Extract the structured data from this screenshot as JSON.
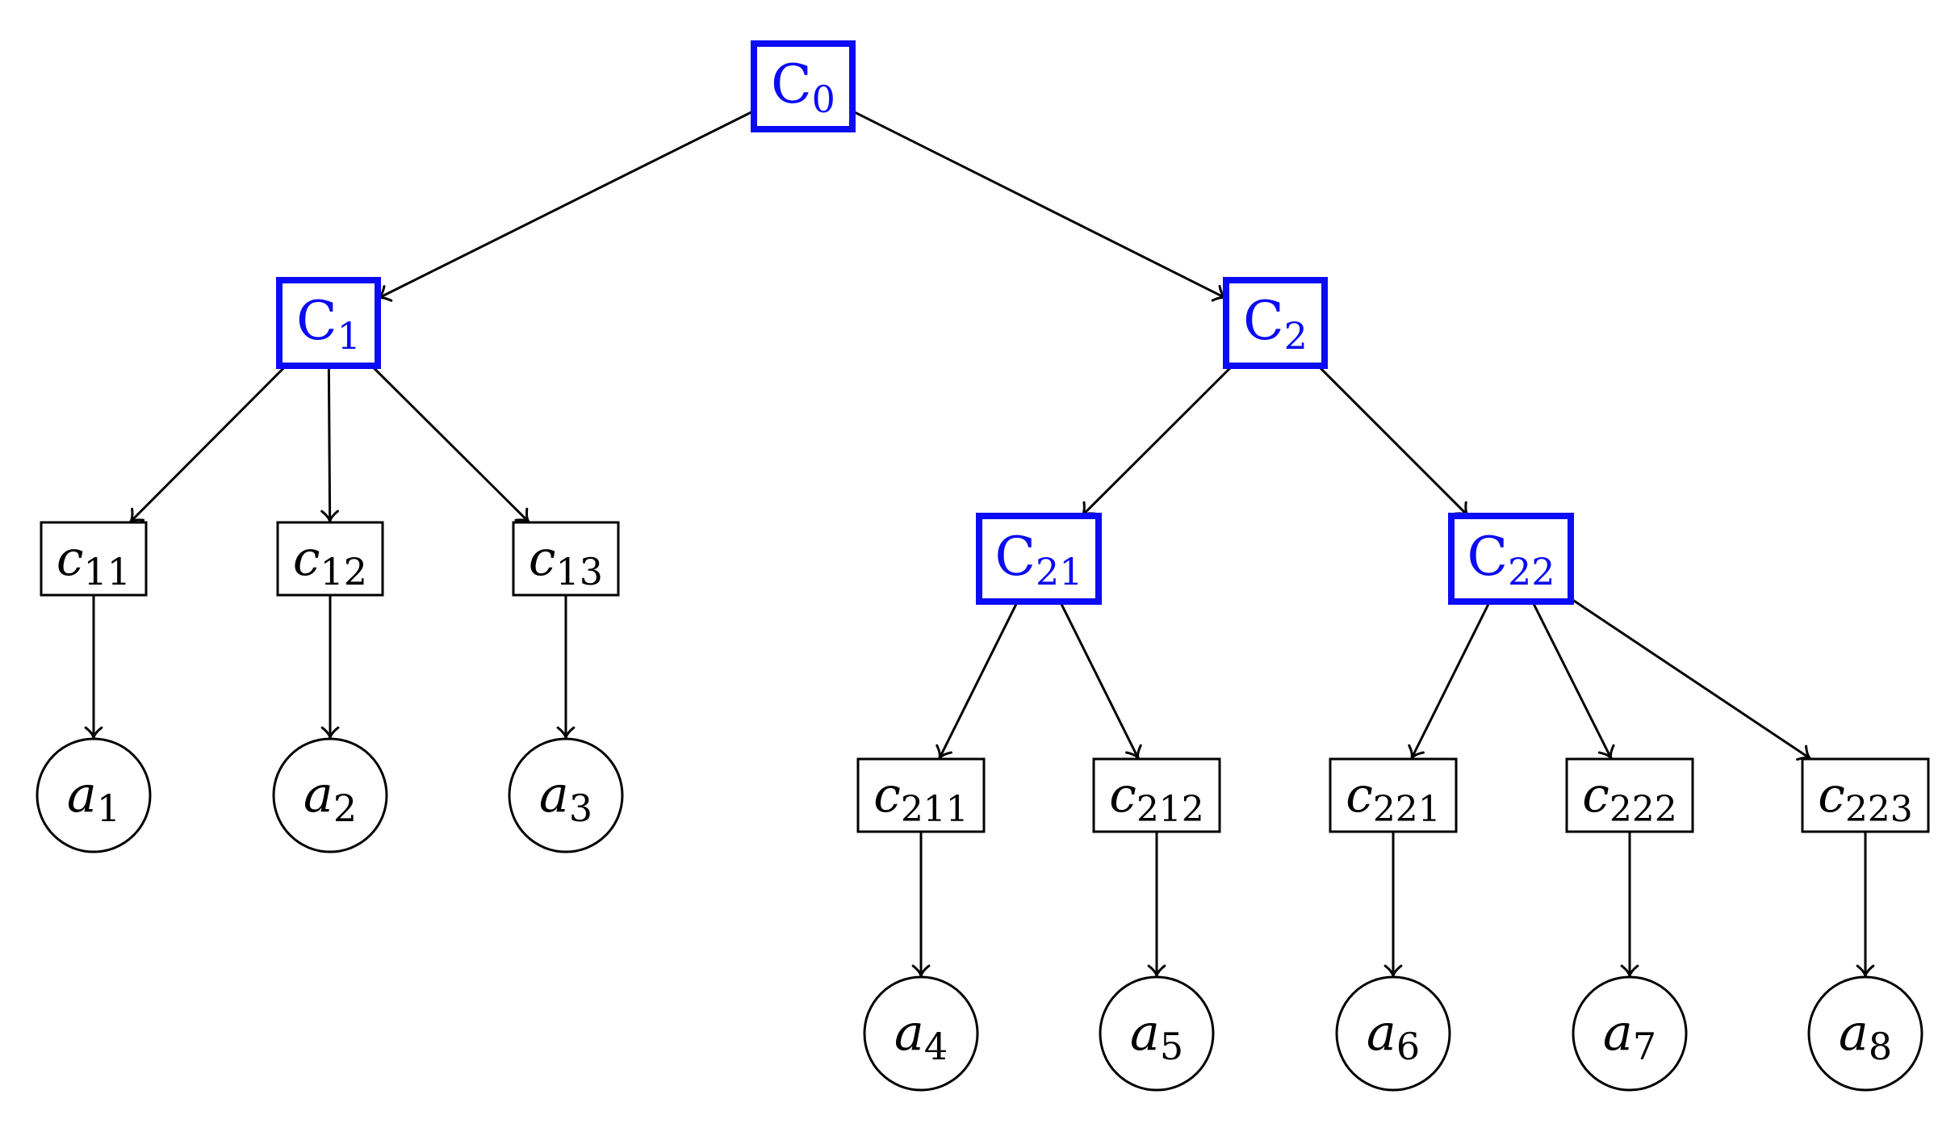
{
  "colors": {
    "highlight": "#0b0bf5",
    "default": "#000000"
  },
  "nodes": [
    {
      "id": "C0",
      "main": "C",
      "sub": "0",
      "shape": "box",
      "highlight": true
    },
    {
      "id": "C1",
      "main": "C",
      "sub": "1",
      "shape": "box",
      "highlight": true
    },
    {
      "id": "C2",
      "main": "C",
      "sub": "2",
      "shape": "box",
      "highlight": true
    },
    {
      "id": "c11",
      "main": "c",
      "sub": "11",
      "shape": "box",
      "highlight": false
    },
    {
      "id": "c12",
      "main": "c",
      "sub": "12",
      "shape": "box",
      "highlight": false
    },
    {
      "id": "c13",
      "main": "c",
      "sub": "13",
      "shape": "box",
      "highlight": false
    },
    {
      "id": "C21",
      "main": "C",
      "sub": "21",
      "shape": "box",
      "highlight": true
    },
    {
      "id": "C22",
      "main": "C",
      "sub": "22",
      "shape": "box",
      "highlight": true
    },
    {
      "id": "a1",
      "main": "a",
      "sub": "1",
      "shape": "circle",
      "highlight": false
    },
    {
      "id": "a2",
      "main": "a",
      "sub": "2",
      "shape": "circle",
      "highlight": false
    },
    {
      "id": "a3",
      "main": "a",
      "sub": "3",
      "shape": "circle",
      "highlight": false
    },
    {
      "id": "c211",
      "main": "c",
      "sub": "211",
      "shape": "box",
      "highlight": false
    },
    {
      "id": "c212",
      "main": "c",
      "sub": "212",
      "shape": "box",
      "highlight": false
    },
    {
      "id": "c221",
      "main": "c",
      "sub": "221",
      "shape": "box",
      "highlight": false
    },
    {
      "id": "c222",
      "main": "c",
      "sub": "222",
      "shape": "box",
      "highlight": false
    },
    {
      "id": "c223",
      "main": "c",
      "sub": "223",
      "shape": "box",
      "highlight": false
    },
    {
      "id": "a4",
      "main": "a",
      "sub": "4",
      "shape": "circle",
      "highlight": false
    },
    {
      "id": "a5",
      "main": "a",
      "sub": "5",
      "shape": "circle",
      "highlight": false
    },
    {
      "id": "a6",
      "main": "a",
      "sub": "6",
      "shape": "circle",
      "highlight": false
    },
    {
      "id": "a7",
      "main": "a",
      "sub": "7",
      "shape": "circle",
      "highlight": false
    },
    {
      "id": "a8",
      "main": "a",
      "sub": "8",
      "shape": "circle",
      "highlight": false
    }
  ],
  "edges": [
    [
      "C0",
      "C1"
    ],
    [
      "C0",
      "C2"
    ],
    [
      "C1",
      "c11"
    ],
    [
      "C1",
      "c12"
    ],
    [
      "C1",
      "c13"
    ],
    [
      "c11",
      "a1"
    ],
    [
      "c12",
      "a2"
    ],
    [
      "c13",
      "a3"
    ],
    [
      "C2",
      "C21"
    ],
    [
      "C2",
      "C22"
    ],
    [
      "C21",
      "c211"
    ],
    [
      "C21",
      "c212"
    ],
    [
      "C22",
      "c221"
    ],
    [
      "C22",
      "c222"
    ],
    [
      "C22",
      "c223"
    ],
    [
      "c211",
      "a4"
    ],
    [
      "c212",
      "a5"
    ],
    [
      "c221",
      "a6"
    ],
    [
      "c222",
      "a7"
    ],
    [
      "c223",
      "a8"
    ]
  ]
}
